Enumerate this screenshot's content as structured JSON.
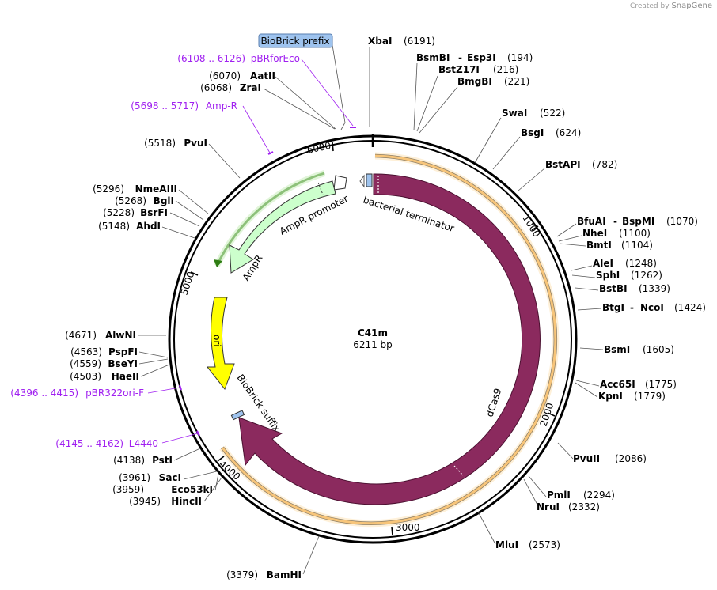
{
  "credit": {
    "prefix": "Created by",
    "brand": "SnapGene"
  },
  "plasmid": {
    "name": "C41m",
    "size_label": "6211 bp",
    "length": 6211
  },
  "ticks": [
    "1000",
    "2000",
    "3000",
    "4000",
    "5000",
    "6000"
  ],
  "features": {
    "bacterial_terminator": "bacterial terminator",
    "ampr_promoter": "AmpR promoter",
    "ampr": "AmpR",
    "ori": "ori",
    "biobrick_suffix": "BioBrick suffix",
    "dcas9": "dCas9",
    "biobrick_prefix": "BioBrick prefix"
  },
  "colors": {
    "dcas9": "#8b2a5e",
    "ampr": "#ccffcc",
    "ori": "#ffff00",
    "biobrick": "#9ec3ee",
    "orange_outline": "#f0a030",
    "primer": "#a020f0"
  },
  "sites": [
    {
      "name": "XbaI",
      "pos": "(6191)"
    },
    {
      "name": "BsmBI",
      "name2": "Esp3I",
      "pos": "(194)"
    },
    {
      "name": "BstZ17I",
      "pos": "(216)"
    },
    {
      "name": "BmgBI",
      "pos": "(221)"
    },
    {
      "name": "SwaI",
      "pos": "(522)"
    },
    {
      "name": "BsgI",
      "pos": "(624)"
    },
    {
      "name": "BstAPI",
      "pos": "(782)"
    },
    {
      "name": "BfuAI",
      "name2": "BspMI",
      "pos": "(1070)"
    },
    {
      "name": "NheI",
      "pos": "(1100)"
    },
    {
      "name": "BmtI",
      "pos": "(1104)"
    },
    {
      "name": "AleI",
      "pos": "(1248)"
    },
    {
      "name": "SphI",
      "pos": "(1262)"
    },
    {
      "name": "BstBI",
      "pos": "(1339)"
    },
    {
      "name": "BtgI",
      "name2": "NcoI",
      "pos": "(1424)"
    },
    {
      "name": "BsmI",
      "pos": "(1605)"
    },
    {
      "name": "Acc65I",
      "pos": "(1775)"
    },
    {
      "name": "KpnI",
      "pos": "(1779)"
    },
    {
      "name": "PvuII",
      "pos": "(2086)"
    },
    {
      "name": "PmlI",
      "pos": "(2294)"
    },
    {
      "name": "NruI",
      "pos": "(2332)"
    },
    {
      "name": "MluI",
      "pos": "(2573)"
    },
    {
      "name": "BamHI",
      "pos": "(3379)"
    },
    {
      "name": "HincII",
      "pos": "(3945)"
    },
    {
      "name": "Eco53kI",
      "pos": "(3959)"
    },
    {
      "name": "SacI",
      "pos": "(3961)"
    },
    {
      "name": "PstI",
      "pos": "(4138)"
    },
    {
      "name": "HaeII",
      "pos": "(4503)"
    },
    {
      "name": "BseYI",
      "pos": "(4559)"
    },
    {
      "name": "PspFI",
      "pos": "(4563)"
    },
    {
      "name": "AlwNI",
      "pos": "(4671)"
    },
    {
      "name": "AhdI",
      "pos": "(5148)"
    },
    {
      "name": "BsrFI",
      "pos": "(5228)"
    },
    {
      "name": "BglI",
      "pos": "(5268)"
    },
    {
      "name": "NmeAIII",
      "pos": "(5296)"
    },
    {
      "name": "PvuI",
      "pos": "(5518)"
    },
    {
      "name": "ZraI",
      "pos": "(6068)"
    },
    {
      "name": "AatII",
      "pos": "(6070)"
    }
  ],
  "primers": [
    {
      "name": "pBRforEco",
      "range": "(6108 .. 6126)"
    },
    {
      "name": "Amp-R",
      "range": "(5698 .. 5717)"
    },
    {
      "name": "pBR322ori-F",
      "range": "(4396 .. 4415)"
    },
    {
      "name": "L4440",
      "range": "(4145 .. 4162)"
    }
  ]
}
